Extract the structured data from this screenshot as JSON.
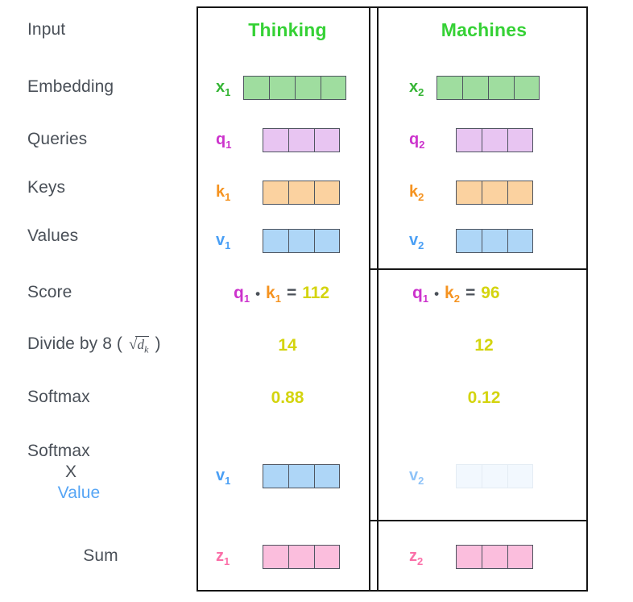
{
  "diagram": {
    "title": "self-attention-calculation",
    "columns": [
      {
        "id": "thinking",
        "word": "Thinking"
      },
      {
        "id": "machines",
        "word": "Machines"
      }
    ],
    "row_labels": {
      "input": "Input",
      "embedding": "Embedding",
      "queries": "Queries",
      "keys": "Keys",
      "values": "Values",
      "score": "Score",
      "divide_prefix": "Divide by 8 ( ",
      "divide_radical": "√",
      "divide_dk": "d",
      "divide_dk_sub": "k",
      "divide_suffix": " )",
      "softmax": "Softmax",
      "softmax_times_value_line1": "Softmax",
      "softmax_times_value_line2": "X",
      "softmax_times_value_line3": "Value",
      "sum": "Sum"
    },
    "vectors": {
      "embedding": [
        {
          "tag": "x",
          "sub": "1",
          "cells": 4,
          "fill": "green"
        },
        {
          "tag": "x",
          "sub": "2",
          "cells": 4,
          "fill": "green"
        }
      ],
      "queries": [
        {
          "tag": "q",
          "sub": "1",
          "cells": 3,
          "fill": "purple"
        },
        {
          "tag": "q",
          "sub": "2",
          "cells": 3,
          "fill": "purple"
        }
      ],
      "keys": [
        {
          "tag": "k",
          "sub": "1",
          "cells": 3,
          "fill": "orange"
        },
        {
          "tag": "k",
          "sub": "2",
          "cells": 3,
          "fill": "orange"
        }
      ],
      "values": [
        {
          "tag": "v",
          "sub": "1",
          "cells": 3,
          "fill": "blue"
        },
        {
          "tag": "v",
          "sub": "2",
          "cells": 3,
          "fill": "blue"
        }
      ],
      "softmax_times_value": [
        {
          "tag": "v",
          "sub": "1",
          "cells": 3,
          "fill": "blue"
        },
        {
          "tag": "v",
          "sub": "2",
          "cells": 3,
          "fill": "faded"
        }
      ],
      "sum": [
        {
          "tag": "z",
          "sub": "1",
          "cells": 3,
          "fill": "pink"
        },
        {
          "tag": "z",
          "sub": "2",
          "cells": 3,
          "fill": "pink"
        }
      ]
    },
    "score_row": {
      "thinking": {
        "q": "q",
        "q_sub": "1",
        "dot": "•",
        "k": "k",
        "k_sub": "1",
        "equals": "=",
        "result": "112"
      },
      "machines": {
        "q": "q",
        "q_sub": "1",
        "dot": "•",
        "k": "k",
        "k_sub": "2",
        "equals": "=",
        "result": "96"
      }
    },
    "divide_row": {
      "thinking": "14",
      "machines": "12"
    },
    "softmax_row": {
      "thinking": "0.88",
      "machines": "0.12"
    }
  },
  "chart_data": {
    "type": "table",
    "title": "Self-Attention calculation for the words \"Thinking\" and \"Machines\"",
    "columns": [
      "Thinking",
      "Machines"
    ],
    "rows": [
      {
        "label": "Input",
        "thinking": "Thinking",
        "machines": "Machines"
      },
      {
        "label": "Embedding",
        "thinking": "x1 (4 cells)",
        "machines": "x2 (4 cells)"
      },
      {
        "label": "Queries",
        "thinking": "q1 (3 cells)",
        "machines": "q2 (3 cells)"
      },
      {
        "label": "Keys",
        "thinking": "k1 (3 cells)",
        "machines": "k2 (3 cells)"
      },
      {
        "label": "Values",
        "thinking": "v1 (3 cells)",
        "machines": "v2 (3 cells)"
      },
      {
        "label": "Score",
        "thinking": "q1 • k1 = 112",
        "machines": "q1 • k2 = 96"
      },
      {
        "label": "Divide by 8 (sqrt dk)",
        "thinking": "14",
        "machines": "12"
      },
      {
        "label": "Softmax",
        "thinking": "0.88",
        "machines": "0.12"
      },
      {
        "label": "Softmax X Value",
        "thinking": "v1 (full opacity)",
        "machines": "v2 (faded)"
      },
      {
        "label": "Sum",
        "thinking": "z1 (3 cells)",
        "machines": "z2 (3 cells)"
      }
    ],
    "colors": {
      "word": "#35d135",
      "embedding": "#9fdd9f",
      "query": "#e8c5f2",
      "key": "#fbd2a0",
      "value": "#aed6f7",
      "output": "#fbbedd",
      "number": "#d4d40f",
      "label": "#4a5058"
    }
  }
}
